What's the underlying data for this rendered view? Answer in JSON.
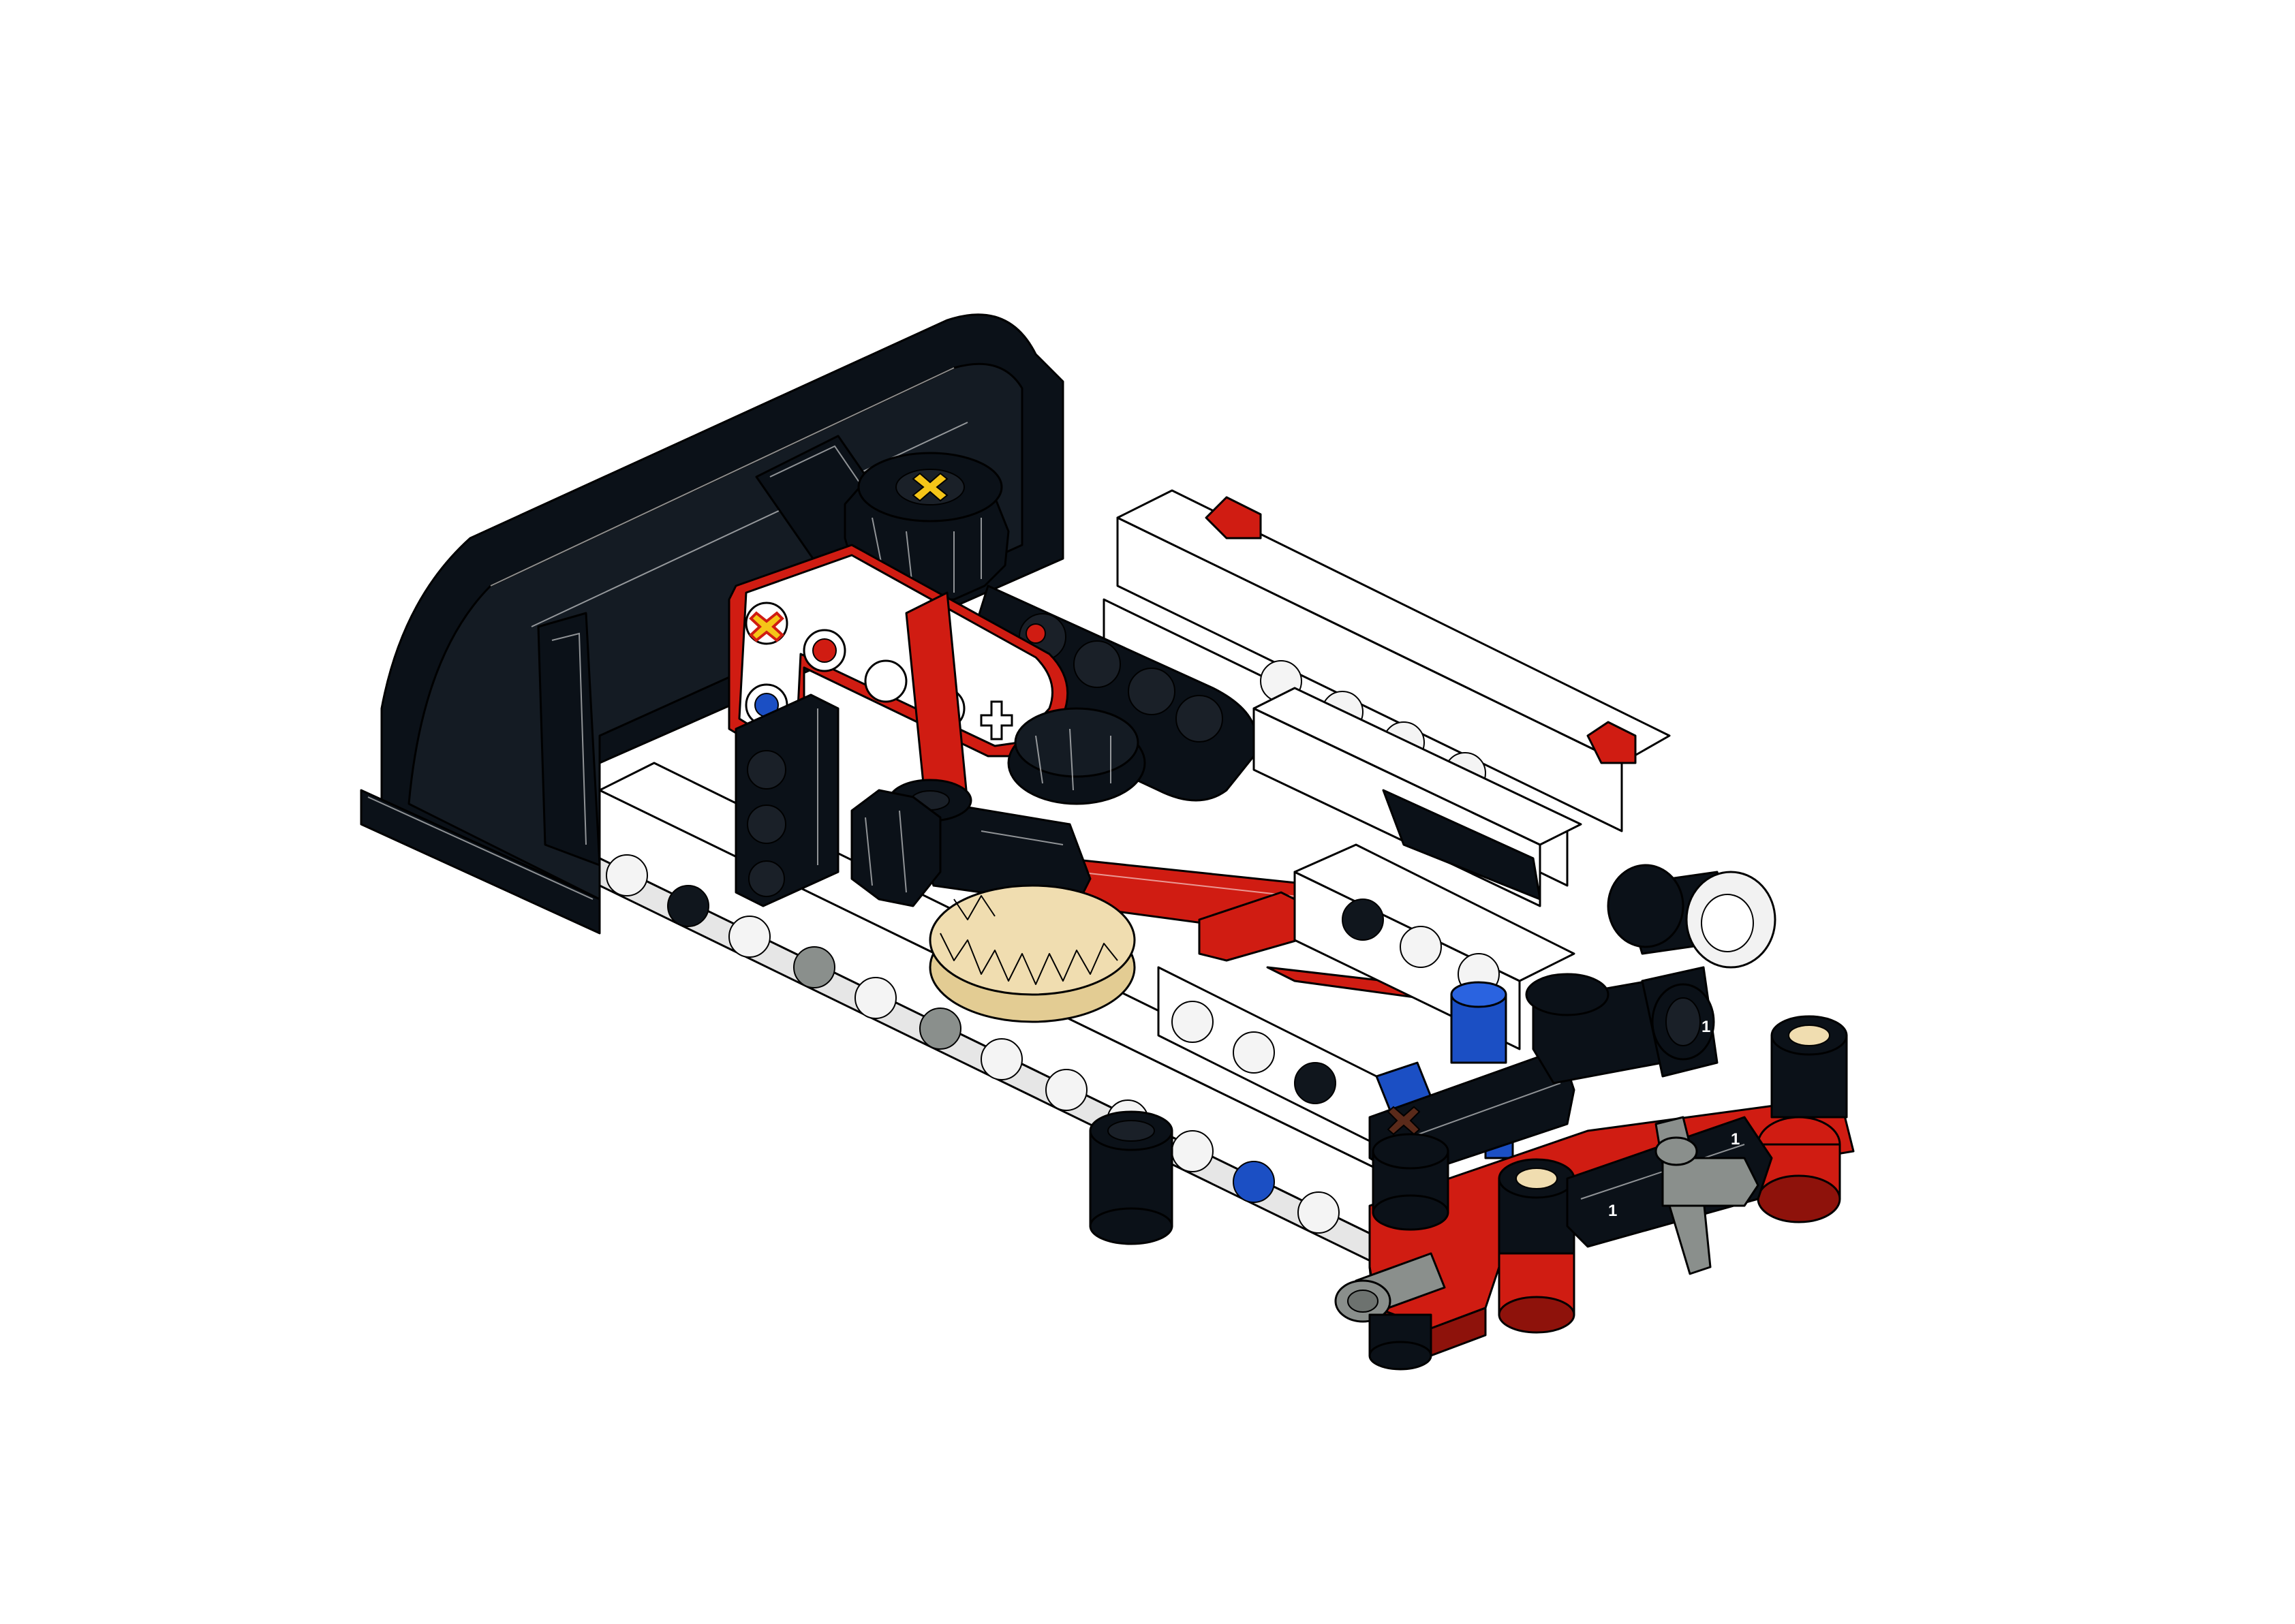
{
  "scene": {
    "background": "#ffffff",
    "subject": "lego-technic-build-step-model",
    "part_labels": [
      "1",
      "1",
      "1"
    ]
  },
  "colors": {
    "black": "#0b1118",
    "dark_shade": "#1a2028",
    "white": "#ffffff",
    "light_gray": "#e6e6e6",
    "red": "#d01c12",
    "dark_red": "#8e120b",
    "blue": "#1b4fc4",
    "tan": "#f0ddb0",
    "gray": "#8a8f8c",
    "yellow": "#f5c518",
    "trans_clear": "#f2f2f2"
  }
}
